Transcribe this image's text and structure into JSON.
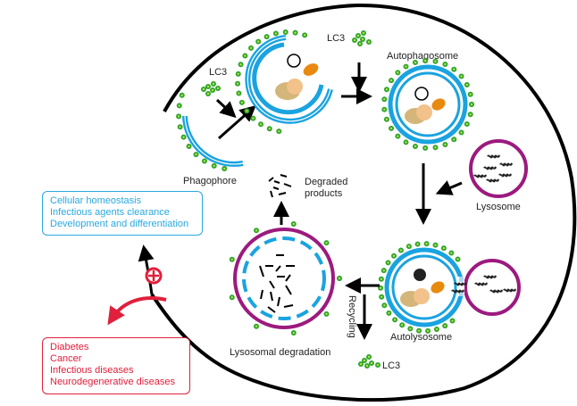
{
  "title": "Autophagy process",
  "colors": {
    "membrane": "#1aa3e0",
    "lc3": "#2fa52c",
    "lysosome": "#9c1a7e",
    "inhibit": "#e0203c",
    "benefit_text": "#29a8e0",
    "disease_text": "#e0203c",
    "cargo_mito": "#e88a10",
    "cargo_er": "#d4b57a"
  },
  "stages": {
    "phagophore": "Phagophore",
    "autophagosome": "Autophagosome",
    "lysosome": "Lysosome",
    "autolysosome": "Autolysosome",
    "lysosomal_degradation": "Lysosomal degradation",
    "degraded_products": [
      "Degraded",
      "products"
    ],
    "recycling": "Recycling"
  },
  "lc3_labels": [
    "LC3",
    "LC3",
    "LC3"
  ],
  "benefits": {
    "items": [
      "Cellular homeostasis",
      "Infectious agents clearance",
      "Development and differentiation"
    ]
  },
  "diseases": {
    "items": [
      "Diabetes",
      "Cancer",
      "Infectious diseases",
      "Neurodegenerative diseases"
    ]
  },
  "icons": {
    "inhibition": "prohibition-icon",
    "arrows": "arrow-icon",
    "lc3": "lc3-dot-cluster-icon"
  }
}
